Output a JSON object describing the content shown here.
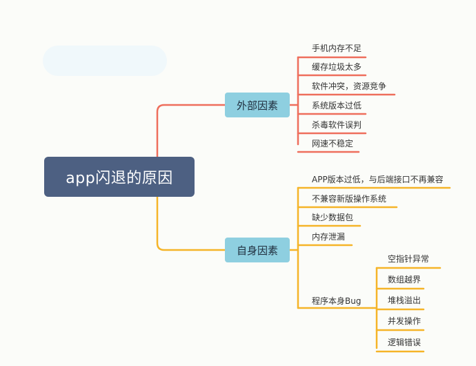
{
  "root": {
    "label": "app闪退的原因"
  },
  "branches": [
    {
      "label": "外部因素",
      "color": "#ee6e5c",
      "items": [
        "手机内存不足",
        "缓存垃圾太多",
        "软件冲突，资源竞争",
        "系统版本过低",
        "杀毒软件误判",
        "网速不稳定"
      ]
    },
    {
      "label": "自身因素",
      "color": "#f5b428",
      "items": [
        "APP版本过低，与后端接口不再兼容",
        "不兼容新版操作系统",
        "缺少数据包",
        "内存泄漏",
        "程序本身Bug"
      ],
      "sub_items": [
        "空指针异常",
        "数组越界",
        "堆栈溢出",
        "并发操作",
        "逻辑错误"
      ]
    }
  ]
}
